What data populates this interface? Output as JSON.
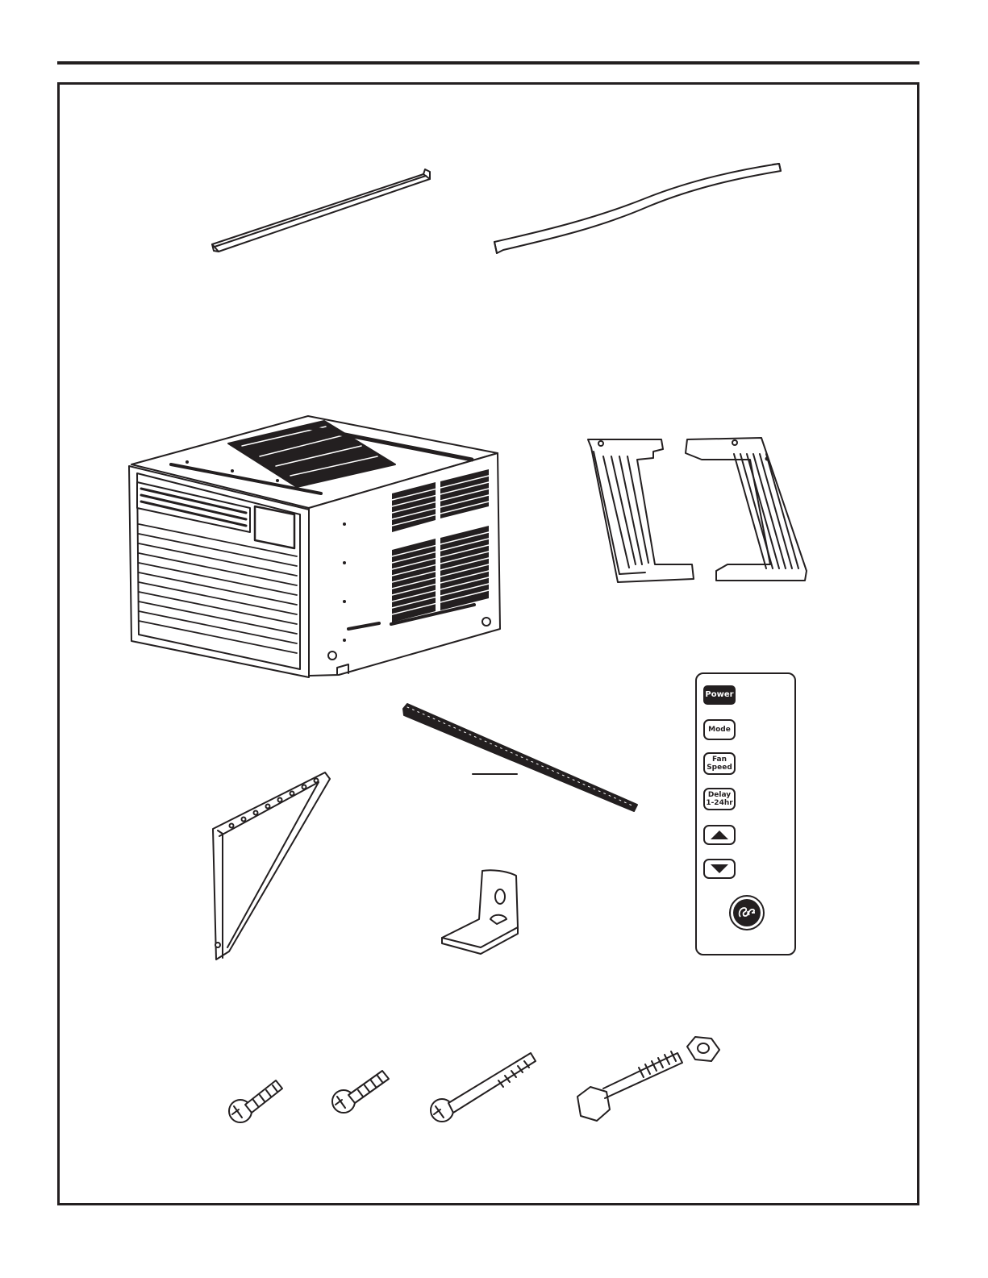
{
  "remote": {
    "buttons": [
      "Power",
      "Mode",
      "Fan\nSpeed",
      "Delay\n1-24hr"
    ],
    "arrows": [
      "up-arrow",
      "down-arrow"
    ],
    "logo": "GE"
  },
  "parts": [
    "top-rail-icon",
    "seal-strip-icon",
    "air-conditioner-icon",
    "side-curtain-frames-icon",
    "foam-strip-icon",
    "support-bracket-icon",
    "angle-bracket-icon",
    "short-screw-icon",
    "short-screw-icon",
    "long-screw-icon",
    "bolt-and-nut-icon"
  ],
  "colors": {
    "ink": "#231f20",
    "paper": "#ffffff"
  }
}
